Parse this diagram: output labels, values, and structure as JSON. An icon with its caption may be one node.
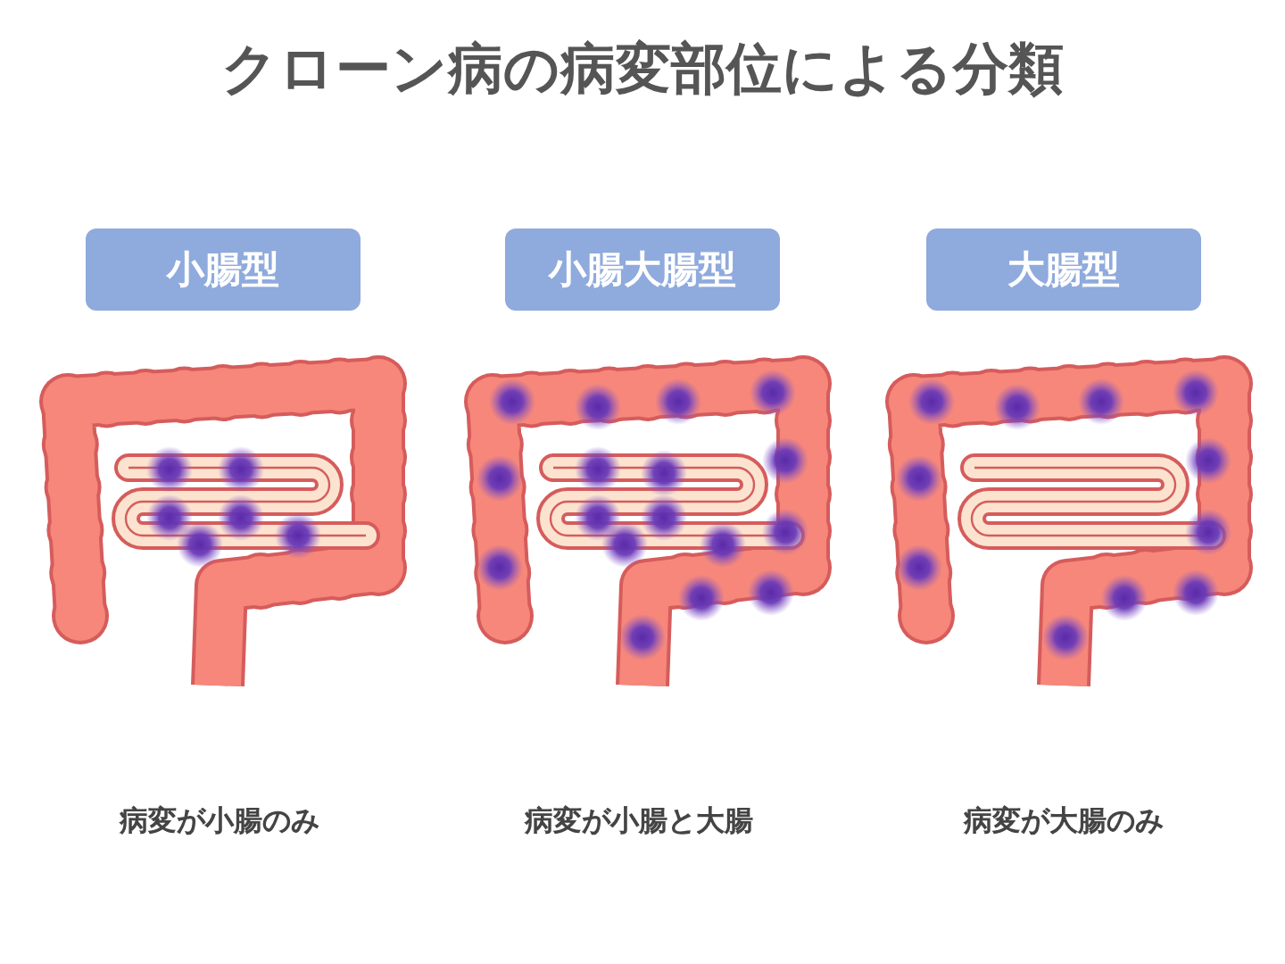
{
  "diagram": {
    "title": "クローン病の病変部位による分類",
    "nodes": [
      {
        "text": [
          "小腸型"
        ]
      },
      {
        "text": [
          "小腸大腸型"
        ]
      },
      {
        "text": [
          "大腸型"
        ]
      }
    ],
    "labels": [
      "病変が小腸のみ",
      "病変が小腸と大腸",
      "病変が大腸のみ"
    ]
  }
}
